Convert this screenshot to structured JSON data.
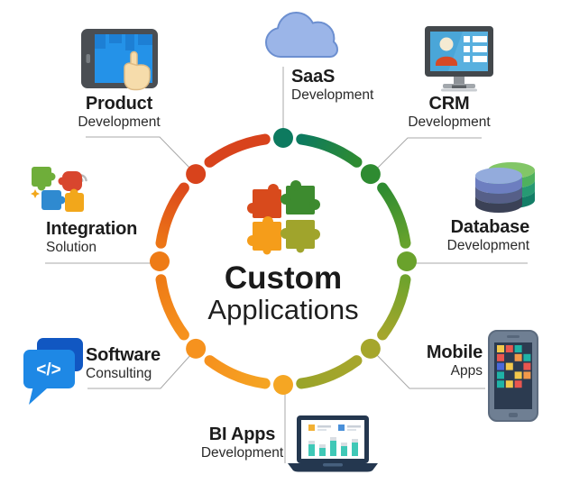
{
  "background": "#ffffff",
  "connector_color": "#a8a8a8",
  "center": {
    "title": "Custom",
    "subtitle": "Applications",
    "icon": "puzzle-pieces-icon",
    "puzzle_colors": {
      "top_left": "#d84a1c",
      "top_right": "#3d8b2f",
      "bottom_left": "#f59d1a",
      "bottom_right": "#a0a42c"
    }
  },
  "ring": {
    "node_colors": [
      "#0d7a5f",
      "#2e8b31",
      "#6aa22c",
      "#a5a62c",
      "#f5a623",
      "#f6921e",
      "#ee7b16",
      "#d8431c"
    ],
    "segment_gradients": [
      [
        "#0d7a5f",
        "#2e8b31"
      ],
      [
        "#2e8b31",
        "#66a22c"
      ],
      [
        "#6fa32c",
        "#a5a62c"
      ],
      [
        "#a7a62c",
        "#9aa42a"
      ],
      [
        "#f5a422",
        "#f6921e"
      ],
      [
        "#f6921e",
        "#ee7b16"
      ],
      [
        "#ec7516",
        "#dc4a1c"
      ],
      [
        "#d8431c",
        "#d8431c"
      ]
    ]
  },
  "items": [
    {
      "position": "top",
      "title": "SaaS",
      "subtitle": "Development",
      "icon": "cloud-icon"
    },
    {
      "position": "top-right",
      "title": "CRM",
      "subtitle": "Development",
      "icon": "desktop-monitor-icon"
    },
    {
      "position": "right",
      "title": "Database",
      "subtitle": "Development",
      "icon": "database-cylinder-icon"
    },
    {
      "position": "bottom-right",
      "title": "Mobile",
      "subtitle": "Apps",
      "icon": "smartphone-icon"
    },
    {
      "position": "bottom",
      "title": "BI Apps",
      "subtitle": "Development",
      "icon": "laptop-chart-icon"
    },
    {
      "position": "bottom-left",
      "title": "Software",
      "subtitle": "Consulting",
      "icon": "code-chat-bubble-icon"
    },
    {
      "position": "left",
      "title": "Integration",
      "subtitle": "Solution",
      "icon": "puzzle-integration-icon"
    },
    {
      "position": "top-left",
      "title": "Product",
      "subtitle": "Development",
      "icon": "tablet-touch-icon"
    }
  ],
  "icons": {
    "code_glyph": "</>"
  }
}
